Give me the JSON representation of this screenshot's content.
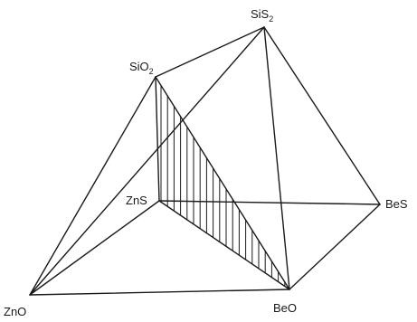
{
  "diagram": {
    "vertices": {
      "sis2": {
        "label": "SiS",
        "subscript": "2"
      },
      "sio2": {
        "label": "SiO",
        "subscript": "2"
      },
      "zns": {
        "label": "ZnS"
      },
      "bes": {
        "label": "BeS"
      },
      "zno": {
        "label": "ZnO"
      },
      "beo": {
        "label": "BeO"
      }
    },
    "shaded_face": [
      "sio2",
      "zns",
      "beo"
    ]
  }
}
